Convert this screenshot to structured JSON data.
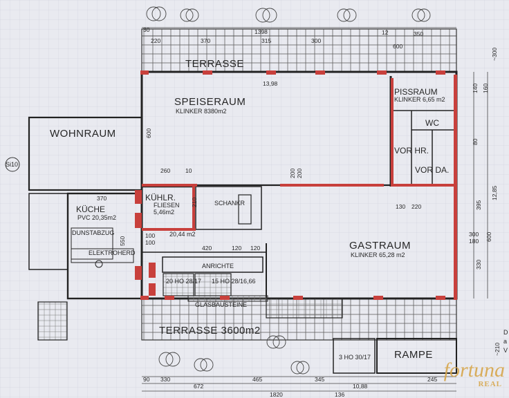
{
  "rooms": {
    "terrasse_top": "TERRASSE",
    "speiseraum": "SPEISERAUM",
    "speiseraum_area": "KLINKER 8380m2",
    "wohnraum": "WOHNRAUM",
    "pissraum": "PISSRAUM",
    "pissraum_area": "KLINKER 6,65 m2",
    "wc": "WC",
    "vorhr": "VOR HR.",
    "vorda": "VOR DA.",
    "kuehlr": "KÜHLR.",
    "kuehlr_sub": "FLIESEN",
    "kuehlr_area": "5,46m2",
    "kueche": "KÜCHE",
    "kueche_area": "PVC 20,35m2",
    "dunstabzug": "DUNSTABZUG",
    "elektroherd": "ELEKTROHERD",
    "schank": "SCHANKR",
    "schank_area": "20,44 m2",
    "anrichte": "ANRICHTE",
    "gastraum": "GASTRAUM",
    "gastraum_area": "KLINKER 65,28 m2",
    "glasbausteine": "GLASBAUSTEINE",
    "terrasse_bottom": "TERRASSE 3600m2",
    "rampe": "RAMPE",
    "si": "Si10",
    "stair_left": "20 HO 28/17",
    "stair_right": "15 HO 28/16,66",
    "stair_bottom": "3 HO 30/17"
  },
  "dims": {
    "top_total": "1398",
    "top_220": "220",
    "top_370": "370",
    "top_315": "315",
    "top_300": "300",
    "top_600": "600",
    "top_350": "350",
    "top_30": "30",
    "top_12": "12",
    "inner_1398": "13,98",
    "d260": "260",
    "d10": "10",
    "d200a": "200",
    "d200b": "200",
    "d600": "600",
    "d370": "370",
    "d210": "210",
    "d420": "420",
    "d120a": "120",
    "d120b": "120",
    "d100a": "100",
    "d100b": "100",
    "d550": "550",
    "d130": "130",
    "d220": "220",
    "right_395": "395",
    "right_1285": "12,85",
    "right_600": "600",
    "right_300": "300",
    "right_180": "180",
    "right_330": "330",
    "right_210": "~210",
    "right_300top": "~300",
    "bot_90": "90",
    "bot_330": "330",
    "bot_465": "465",
    "bot_672": "672",
    "bot_345": "345",
    "bot_1088": "10,88",
    "bot_245": "245",
    "bot_1820": "1820",
    "bot_136": "136",
    "r140": "140",
    "r160": "160",
    "r80": "80"
  },
  "side_text": {
    "d": "D",
    "a": "a",
    "v": "V"
  },
  "watermark": {
    "main": "fortuna",
    "sub": "REAL"
  },
  "colors": {
    "paper": "#e9eaf0",
    "ink": "#2a2a2a",
    "wall_red": "#c8403c",
    "grid": "#606060",
    "watermark": "#d7a64b"
  }
}
